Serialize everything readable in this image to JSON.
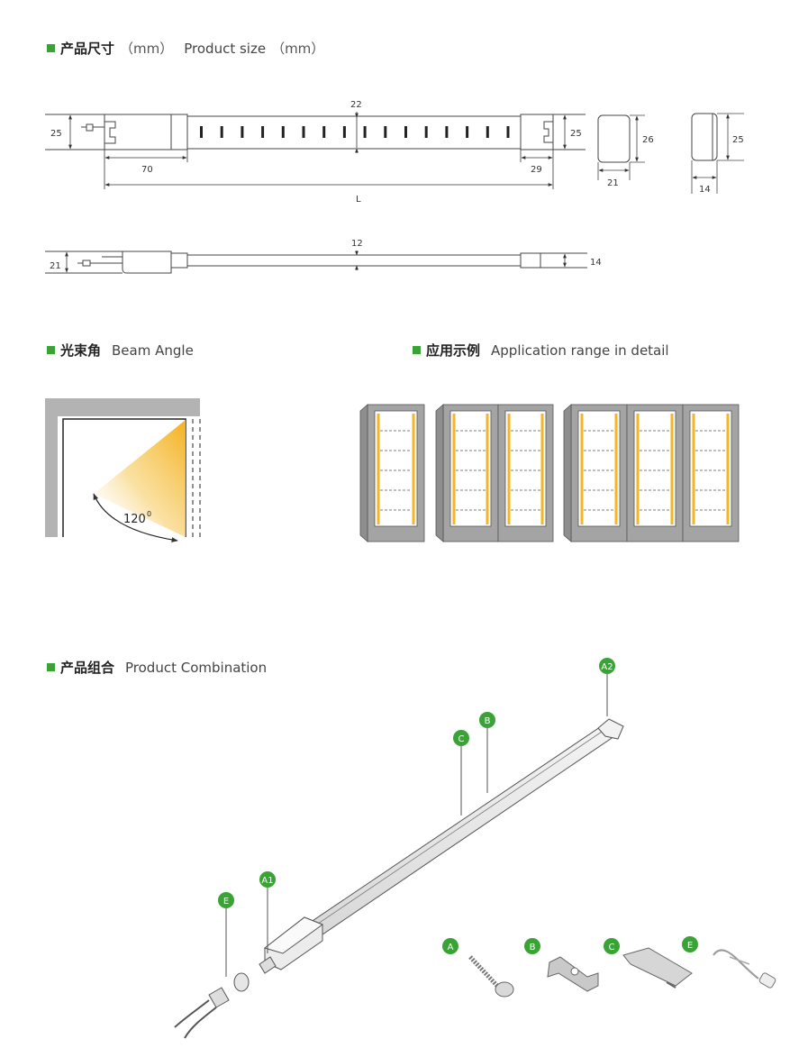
{
  "sections": {
    "product_size": {
      "zh": "产品尺寸",
      "en": "Product size",
      "zh_unit": "（mm）",
      "en_unit": "（mm）"
    },
    "beam_angle": {
      "zh": "光束角",
      "en": "Beam Angle"
    },
    "application": {
      "zh": "应用示例",
      "en": "Application range in detail"
    },
    "combination": {
      "zh": "产品组合",
      "en": "Product Combination"
    }
  },
  "dimensions": {
    "top_view": {
      "height_left": "25",
      "height_mid": "22",
      "height_right": "25",
      "cap_left_len": "70",
      "cap_right_len": "29",
      "total": "L"
    },
    "cap_front": {
      "width": "21",
      "height": "26"
    },
    "cap_side": {
      "width": "14",
      "height": "25"
    },
    "side_view": {
      "height_left": "21",
      "height_mid": "12",
      "height_right": "14"
    }
  },
  "beam": {
    "angle": "120",
    "unit_sup": "0"
  },
  "parts": {
    "labels": [
      "A2",
      "B",
      "C",
      "A1",
      "E"
    ],
    "accessories": [
      "A",
      "B",
      "C",
      "E"
    ]
  },
  "colors": {
    "accent": "#3aa335",
    "light": "#f6b526",
    "cabinet": "#a4a4a4",
    "line": "#444444"
  }
}
